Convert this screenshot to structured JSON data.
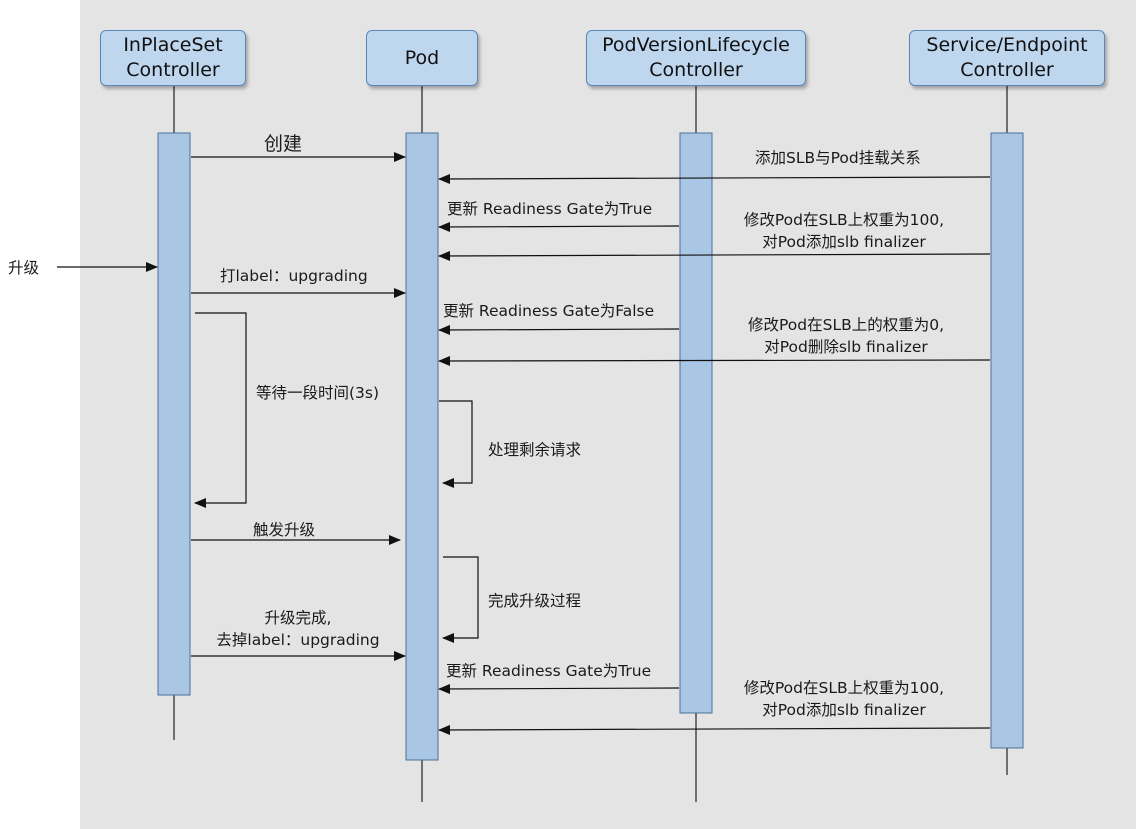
{
  "actors": [
    {
      "id": "inplaceset",
      "label": "InPlaceSet\nController"
    },
    {
      "id": "pod",
      "label": "Pod"
    },
    {
      "id": "pvl",
      "label": "PodVersionLifecycle\nController"
    },
    {
      "id": "svc",
      "label": "Service/Endpoint\nController"
    }
  ],
  "external_trigger": "升级",
  "messages": [
    {
      "id": "create",
      "text": "创建"
    },
    {
      "id": "add-slb",
      "text": "添加SLB与Pod挂载关系"
    },
    {
      "id": "gate-true-1",
      "text": "更新 Readiness Gate为True"
    },
    {
      "id": "weight-100-1",
      "text": "修改Pod在SLB上权重为100,\n对Pod添加slb finalizer"
    },
    {
      "id": "label-upgrading",
      "text": "打label：upgrading"
    },
    {
      "id": "gate-false",
      "text": "更新 Readiness Gate为False"
    },
    {
      "id": "weight-0",
      "text": "修改Pod在SLB上的权重为0,\n对Pod删除slb finalizer"
    },
    {
      "id": "wait",
      "text": "等待一段时间(3s)"
    },
    {
      "id": "drain",
      "text": "处理剩余请求"
    },
    {
      "id": "trigger",
      "text": "触发升级"
    },
    {
      "id": "finish",
      "text": "完成升级过程"
    },
    {
      "id": "done",
      "text": "升级完成,\n去掉label：upgrading"
    },
    {
      "id": "gate-true-2",
      "text": "更新 Readiness Gate为True"
    },
    {
      "id": "weight-100-2",
      "text": "修改Pod在SLB上权重为100,\n对Pod添加slb finalizer"
    }
  ]
}
